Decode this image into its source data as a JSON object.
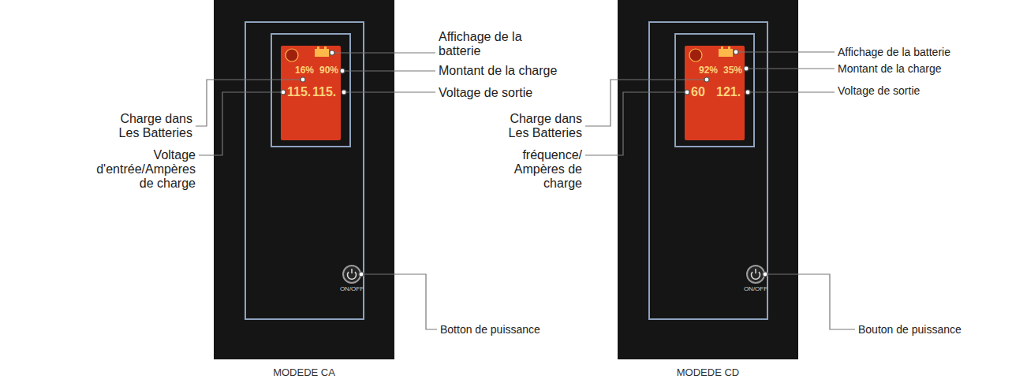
{
  "diagram": {
    "nodes": [
      {
        "text": [
          "MODEDE CA"
        ]
      },
      {
        "text": [
          "16%",
          "90%",
          "115.",
          "115."
        ],
        "in": 0
      },
      {
        "text": [
          "MODEDE CD"
        ]
      },
      {
        "text": [
          "92%",
          "35%",
          "60",
          "121."
        ],
        "in": 2
      }
    ],
    "labels": [
      "Affichage de la batterie",
      "Montant de la charge",
      "Voltage de sortie",
      "Charge dans Les Batteries",
      "Voltage d'entrée/Ampères de charge",
      "ON/OFF",
      "Botton de puissance",
      "Affichage de la batterie",
      "Montant de la charge",
      "Voltage de sortie",
      "Charge dans Les Batteries",
      "fréquence/ Ampères de charge",
      "ON/OFF",
      "Bouton de puissance"
    ]
  }
}
